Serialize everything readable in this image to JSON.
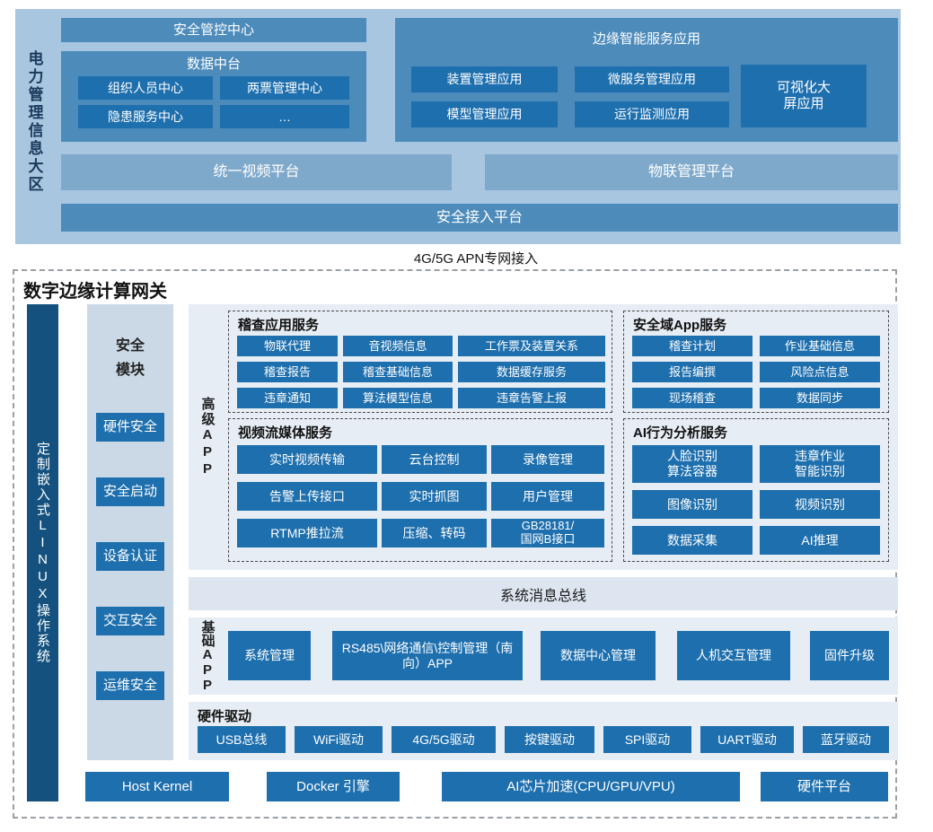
{
  "top_zone": {
    "label": "电力管理信息大区",
    "security_center": "安全管控中心",
    "data_platform": {
      "title": "数据中台",
      "items": [
        "组织人员中心",
        "两票管理中心",
        "隐患服务中心",
        "…"
      ]
    },
    "edge_apps": {
      "title": "边缘智能服务应用",
      "items": [
        "装置管理应用",
        "微服务管理应用",
        "模型管理应用",
        "运行监测应用"
      ],
      "big_screen": "可视化大屏应用"
    },
    "video_platform": "统一视频平台",
    "iot_platform": "物联管理平台",
    "access_platform": "安全接入平台"
  },
  "connector_label": "4G/5G APN专网接入",
  "gateway": {
    "title": "数字边缘计算网关",
    "os_label": "定制嵌入式LINUX操作系统",
    "security_module": {
      "title": "安全模块",
      "items": [
        "硬件安全",
        "安全启动",
        "设备认证",
        "交互安全",
        "运维安全"
      ]
    },
    "advanced_app_label": "高级APP",
    "inspection_services": {
      "title": "稽查应用服务",
      "items": [
        "物联代理",
        "音视频信息",
        "工作票及装置关系",
        "稽查报告",
        "稽查基础信息",
        "数据缓存服务",
        "违章通知",
        "算法模型信息",
        "违章告警上报"
      ]
    },
    "security_domain_services": {
      "title": "安全域App服务",
      "items": [
        "稽查计划",
        "作业基础信息",
        "报告编撰",
        "风险点信息",
        "现场稽查",
        "数据同步"
      ]
    },
    "video_streaming_services": {
      "title": "视频流媒体服务",
      "items": [
        "实时视频传输",
        "云台控制",
        "录像管理",
        "告警上传接口",
        "实时抓图",
        "用户管理",
        "RTMP推拉流",
        "压缩、转码",
        "GB28181/国网B接口"
      ]
    },
    "ai_services": {
      "title": "AI行为分析服务",
      "items": [
        "人脸识别算法容器",
        "违章作业智能识别",
        "图像识别",
        "视频识别",
        "数据采集",
        "AI推理"
      ]
    },
    "message_bus": "系统消息总线",
    "basic_app_label": "基础APP",
    "basic_apps": [
      "系统管理",
      "RS485\\网络通信\\控制管理（南向）APP",
      "数据中心管理",
      "人机交互管理",
      "固件升级"
    ],
    "hardware_driver": {
      "title": "硬件驱动",
      "items": [
        "USB总线",
        "WiFi驱动",
        "4G/5G驱动",
        "按键驱动",
        "SPI驱动",
        "UART驱动",
        "蓝牙驱动"
      ]
    },
    "base_layer": [
      "Host Kernel",
      "Docker 引擎",
      "AI芯片加速(CPU/GPU/VPU)",
      "硬件平台"
    ]
  },
  "colors": {
    "zone_bg": "#A9C6E1",
    "panel_blue": "#4D8BBB",
    "box_blue": "#1E6FAE",
    "platform_blue": "#7FA9CB",
    "section_bg": "#E7EDF4",
    "column_bg": "#CBD8E6",
    "bus_bg": "#DDE6F0",
    "os_strip_bg": "#14517E"
  }
}
